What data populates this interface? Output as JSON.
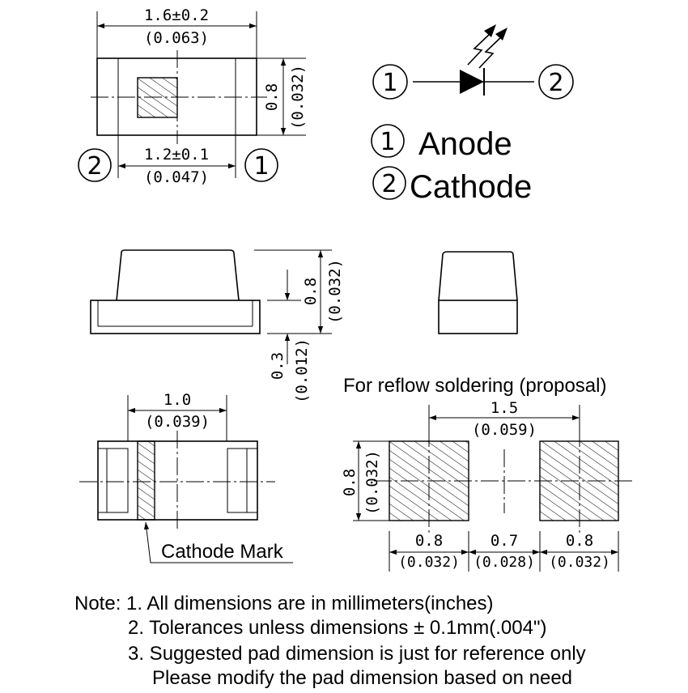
{
  "top_view": {
    "length_dim": "1.6±0.2",
    "length_dim_in": "(0.063)",
    "height_dim": "0.8",
    "height_dim_in": "(0.032)",
    "pad_pitch_dim": "1.2±0.1",
    "pad_pitch_dim_in": "(0.047)",
    "left_terminal": "2",
    "right_terminal": "1"
  },
  "schematic": {
    "left_terminal": "1",
    "right_terminal": "2"
  },
  "legend": {
    "anode_num": "1",
    "anode_label": "Anode",
    "cathode_num": "2",
    "cathode_label": "Cathode"
  },
  "side_view": {
    "total_height_dim": "0.8",
    "total_height_dim_in": "(0.032)",
    "base_height_dim": "0.3",
    "base_height_dim_in": "(0.012)"
  },
  "bottom_view": {
    "mark_width_dim": "1.0",
    "mark_width_dim_in": "(0.039)",
    "cathode_mark_label": "Cathode Mark"
  },
  "pad_layout": {
    "title": "For reflow soldering (proposal)",
    "pitch_dim": "1.5",
    "pitch_dim_in": "(0.059)",
    "height_dim": "0.8",
    "height_dim_in": "(0.032)",
    "pad_width_dim": "0.8",
    "pad_width_dim_in": "(0.032)",
    "gap_dim": "0.7",
    "gap_dim_in": "(0.028)",
    "pad2_width_dim": "0.8",
    "pad2_width_dim_in": "(0.032)"
  },
  "notes": {
    "line1": "Note: 1. All dimensions are in millimeters(inches)",
    "line2": "2. Tolerances unless dimensions ± 0.1mm(.004\")",
    "line3": "3. Suggested pad dimension is just for reference only",
    "line4": "Please modify the pad dimension based on need"
  }
}
